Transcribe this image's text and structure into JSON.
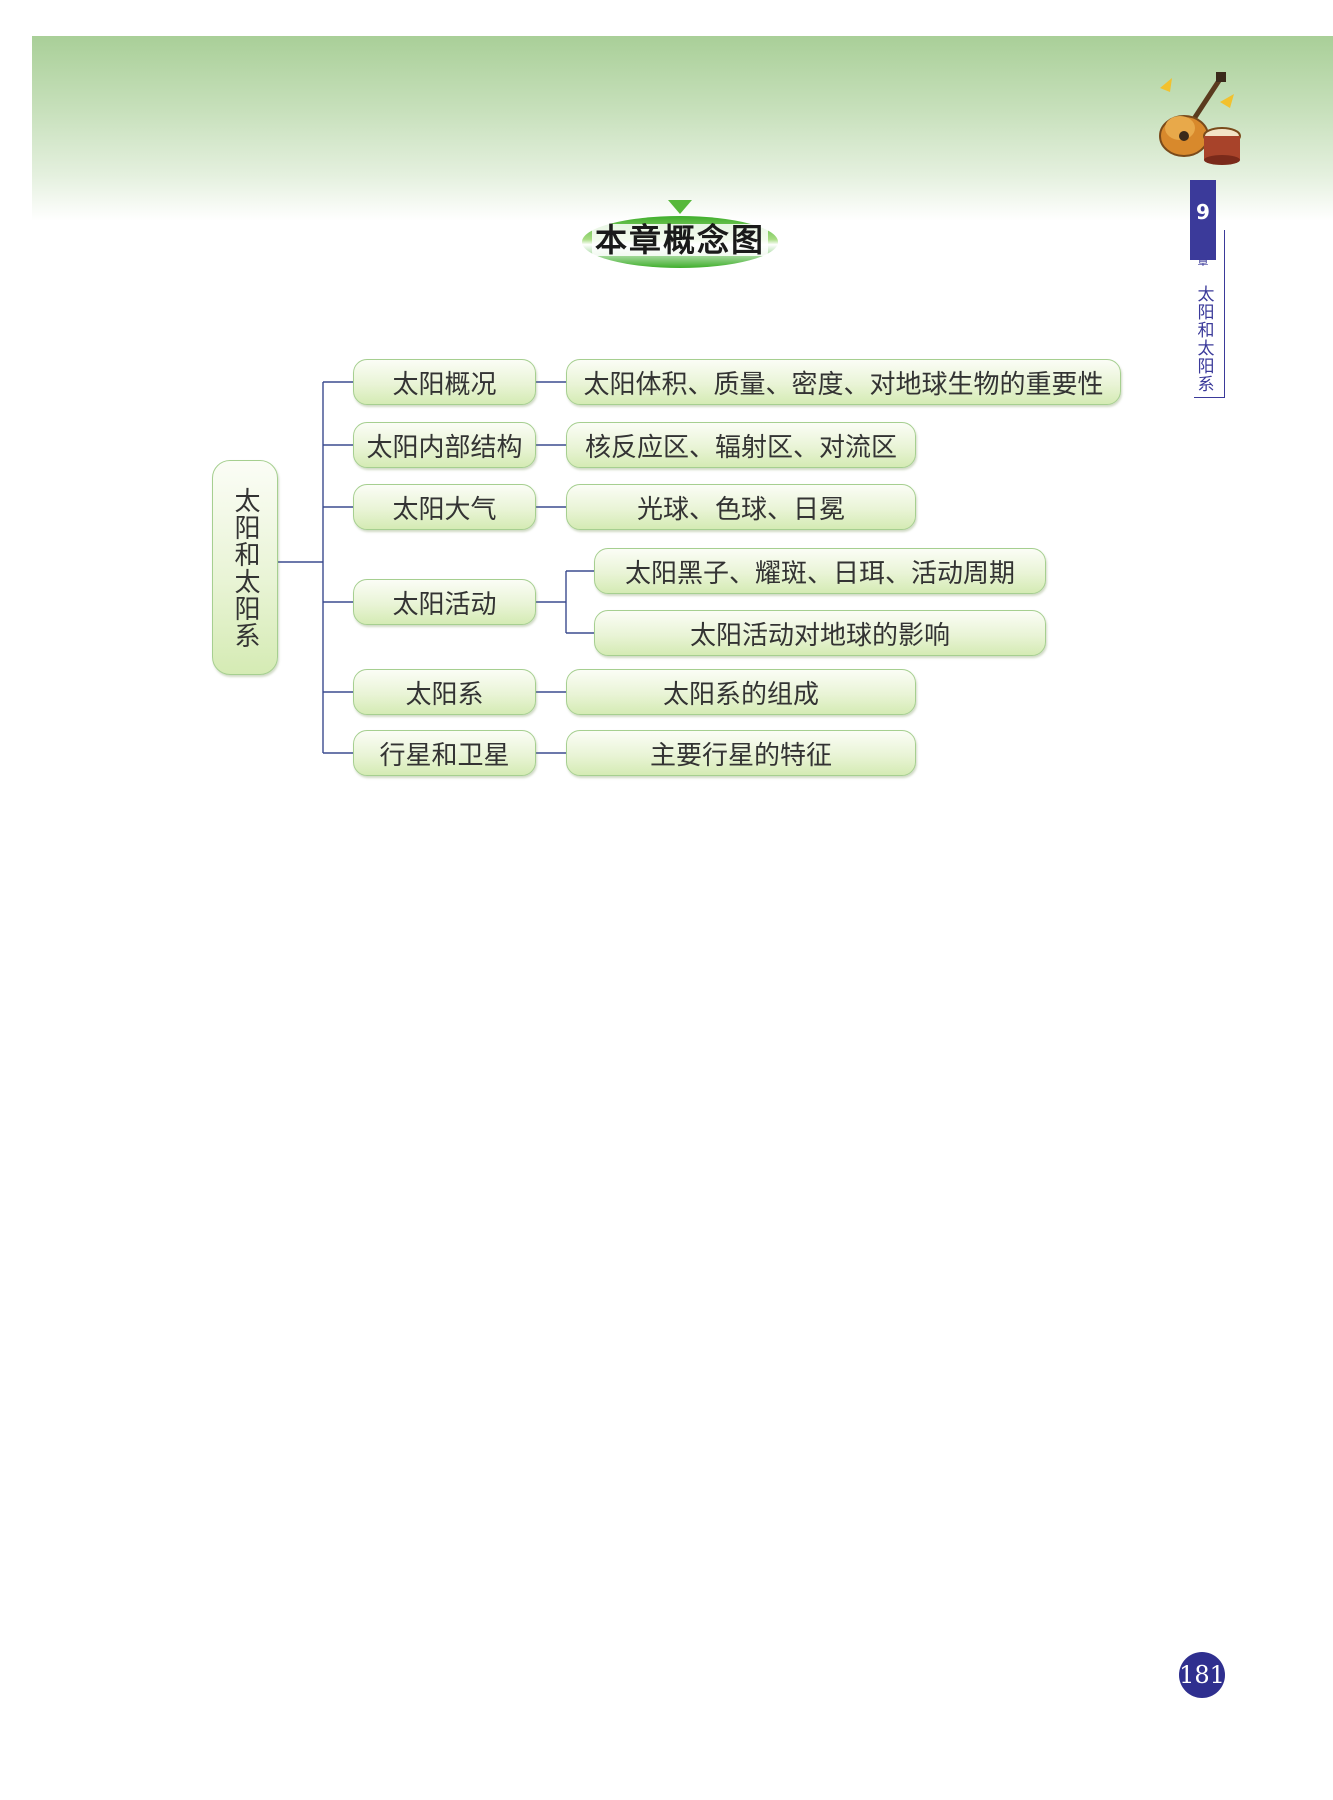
{
  "header": {
    "title": "本章概念图",
    "chapter_number": "9",
    "chapter_label": "章",
    "chapter_title": "太阳和太阳系"
  },
  "concept_map": {
    "root": "太阳和太阳系",
    "branches": [
      {
        "label": "太阳概况",
        "children": [
          "太阳体积、质量、密度、对地球生物的重要性"
        ]
      },
      {
        "label": "太阳内部结构",
        "children": [
          "核反应区、辐射区、对流区"
        ]
      },
      {
        "label": "太阳大气",
        "children": [
          "光球、色球、日冕"
        ]
      },
      {
        "label": "太阳活动",
        "children": [
          "太阳黑子、耀斑、日珥、活动周期",
          "太阳活动对地球的影响"
        ]
      },
      {
        "label": "太阳系",
        "children": [
          "太阳系的组成"
        ]
      },
      {
        "label": "行星和卫星",
        "children": [
          "主要行星的特征"
        ]
      }
    ]
  },
  "footer": {
    "page_number": "181"
  },
  "colors": {
    "node_border": "#a6cf90",
    "node_fill": "#e9f4d6",
    "connector": "#3b4b8f",
    "side_accent": "#3b3a9a",
    "header_green": "#a9cf98"
  }
}
